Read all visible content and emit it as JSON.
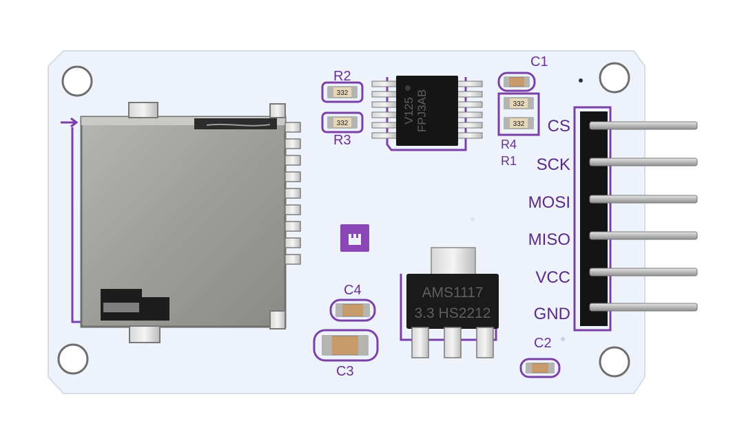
{
  "board": {
    "pcb_color": "#eef3fb",
    "silkscreen_color": "#7b3fa8",
    "component_labels": {
      "r2": "R2",
      "r3": "R3",
      "r4": "R4",
      "r1": "R1",
      "c1": "C1",
      "c2": "C2",
      "c3": "C3",
      "c4": "C4"
    },
    "resistor_codes": [
      "332",
      "332",
      "332",
      "332"
    ],
    "buffer_chip": {
      "line1": "FPJ3AB",
      "line2": "V125"
    },
    "regulator": {
      "line1": "AMS1117",
      "line2": "3.3 HS2212"
    },
    "header_pins": [
      {
        "label": "CS"
      },
      {
        "label": "SCK"
      },
      {
        "label": "MOSI"
      },
      {
        "label": "MISO"
      },
      {
        "label": "VCC"
      },
      {
        "label": "GND"
      }
    ]
  }
}
